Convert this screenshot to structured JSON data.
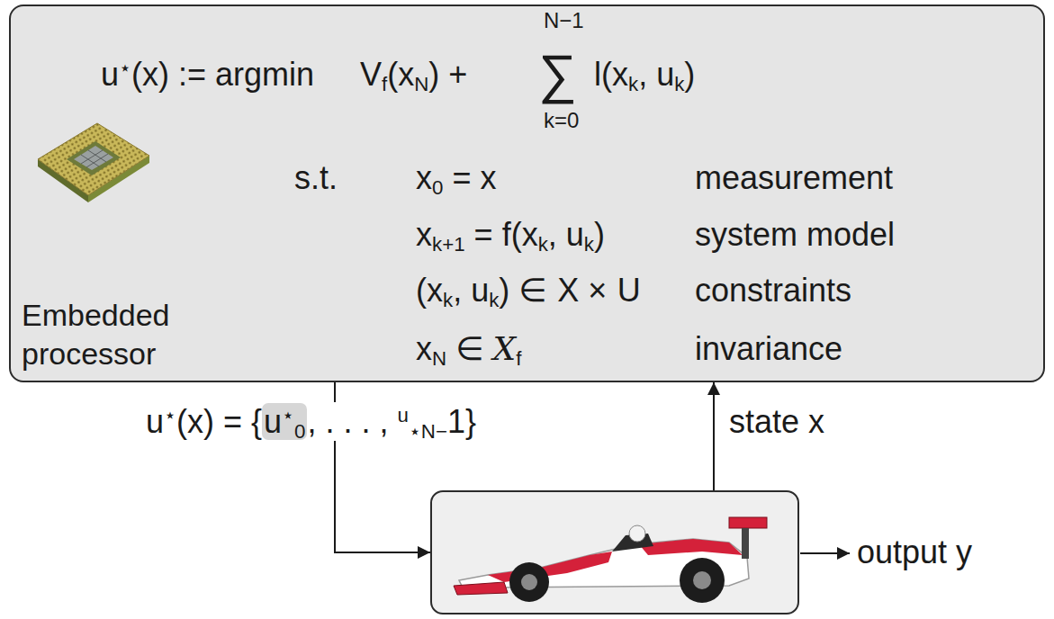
{
  "diagram": {
    "nodes": [
      {
        "text": [
          "u⋆(x) := argmin",
          "Vf(xN) +",
          "∑",
          "N−1",
          "k=0",
          "l(xk, uk)",
          "s.t.",
          "x0 = x",
          "measurement",
          "xk+1 = f(xk, uk)",
          "system model",
          "(xk, uk) ∈ X × U",
          "constraints",
          "xN ∈ Xf",
          "invariance",
          "Embedded processor"
        ]
      },
      {
        "text": []
      }
    ],
    "edges": [
      {
        "from": 0,
        "to": 1,
        "arrow": "to",
        "label": "u⋆(x) = {u⋆0, . . . , u⋆N−1}"
      },
      {
        "from": 1,
        "to": 0,
        "arrow": "to",
        "label": "state x"
      }
    ],
    "labels": [
      "output y"
    ]
  }
}
